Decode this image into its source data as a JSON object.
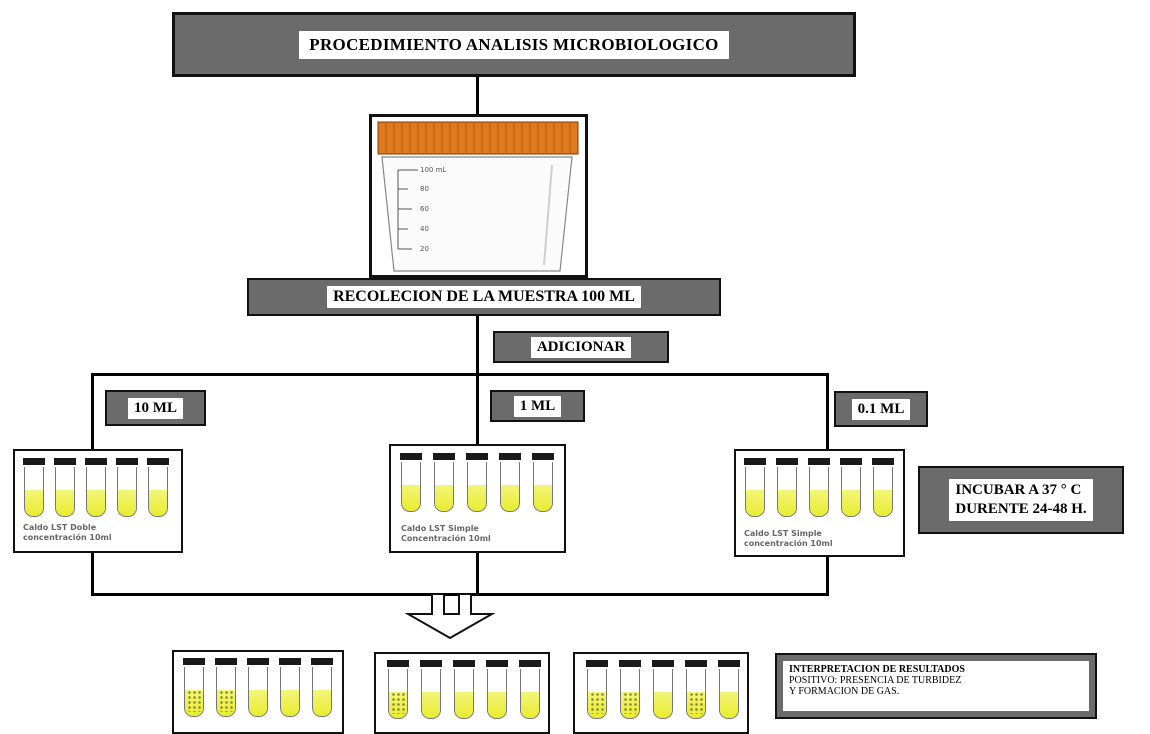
{
  "title": "PROCEDIMIENTO ANALISIS MICROBIOLOGICO",
  "collection": {
    "label": "RECOLECION DE LA MUESTRA 100 ML",
    "cup_marks": [
      "100 mL",
      "80",
      "60",
      "40",
      "20"
    ]
  },
  "add_label": "ADICIONAR",
  "volumes": [
    "10 ML",
    "1 ML",
    "0.1 ML"
  ],
  "tube_groups": [
    {
      "caption_line1": "Caldo LST Doble",
      "caption_line2": "concentración 10ml"
    },
    {
      "caption_line1": "Caldo LST Simple",
      "caption_line2": "Concentración 10ml"
    },
    {
      "caption_line1": "Caldo LST Simple",
      "caption_line2": "concentración 10ml"
    }
  ],
  "incubation": {
    "line1": "INCUBAR A 37 ° C",
    "line2": "DURENTE 24-48 H."
  },
  "interpretation": {
    "heading": "INTERPRETACION DE RESULTADOS",
    "line1": "POSITIVO: PRESENCIA DE TURBIDEZ",
    "line2": "Y FORMACION DE GAS."
  },
  "colors": {
    "broth": "#ecef3a",
    "box_shadow": "#6b6b6b",
    "cap": "#1a1a1a",
    "lid": "#e07a1f"
  }
}
